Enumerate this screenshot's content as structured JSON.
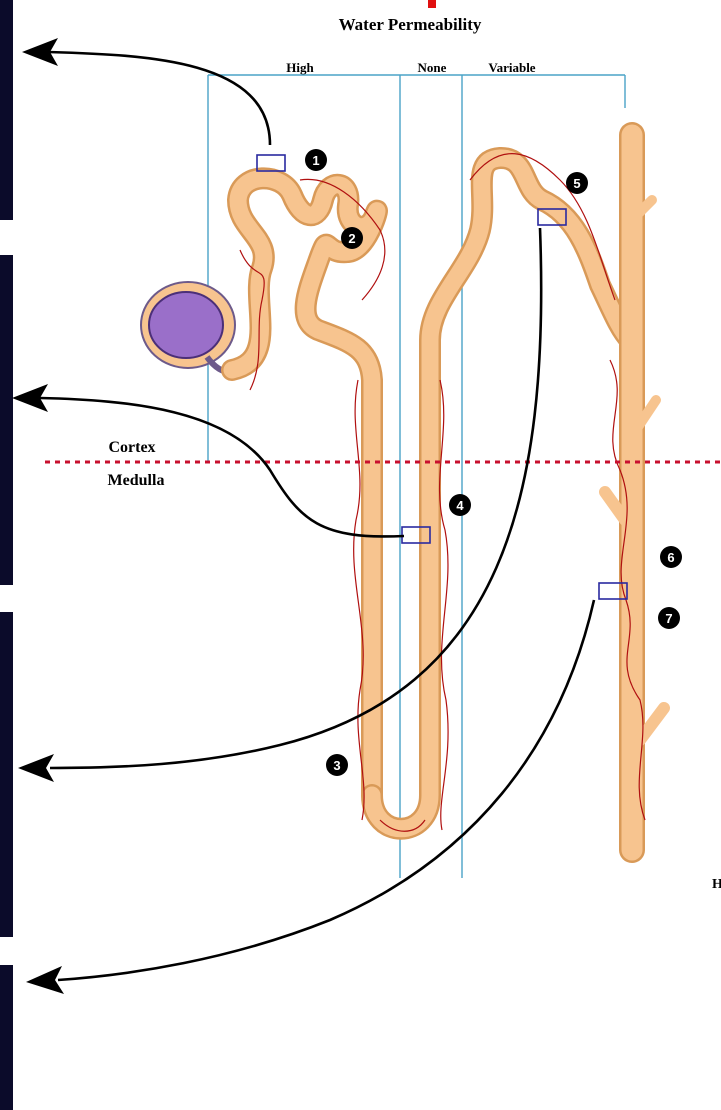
{
  "header": {
    "title": "Water Permeability",
    "columns": {
      "high": "High",
      "none": "None",
      "variable": "Variable"
    }
  },
  "regions": {
    "cortex": "Cortex",
    "medulla": "Medulla"
  },
  "markers": [
    "1",
    "2",
    "3",
    "4",
    "5",
    "6",
    "7"
  ],
  "edge_fragment": "H",
  "colors": {
    "tubule": "#f7c48f",
    "tubule_edge": "#d99a58",
    "capillary": "#b01010",
    "guide_line": "#4aa3c7",
    "boundary": "#c8102e",
    "glomerulus": "#9a6fc9",
    "sidebar": "#0b0b2a",
    "title_bar_accent": "#e01010"
  }
}
